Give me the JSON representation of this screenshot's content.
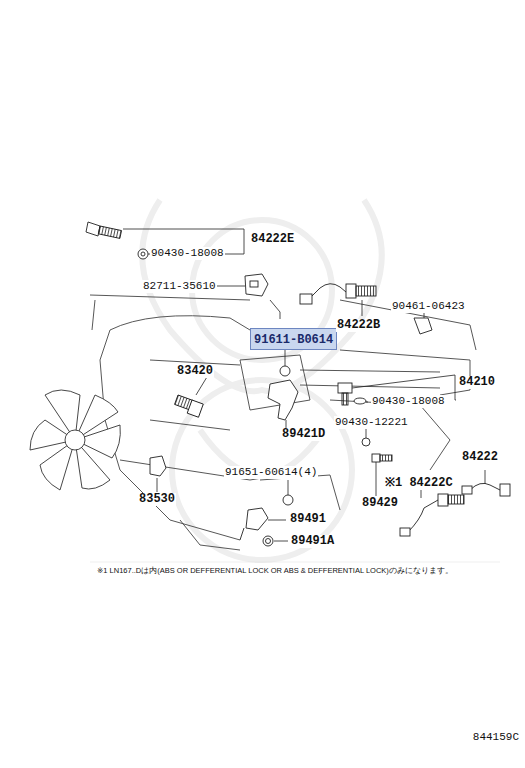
{
  "diagram": {
    "nodes": [
      {
        "text": [
          "91611-B0614"
        ]
      }
    ],
    "labels": [
      "84222E",
      "90430-18008",
      "82711-35610",
      "84222B",
      "90461-06423",
      "83420",
      "84210",
      "90430-18008",
      "90430-12221",
      "89421D",
      "91651-60614(4)",
      "84222",
      "※1 84222C",
      "89429",
      "83530",
      "89491",
      "89491A",
      "※1 LN167..Dは内(ABS OR DEFFERENTIAL LOCK OR ABS & DEFFERENTIAL LOCK)のみになります。",
      "844159C"
    ]
  }
}
